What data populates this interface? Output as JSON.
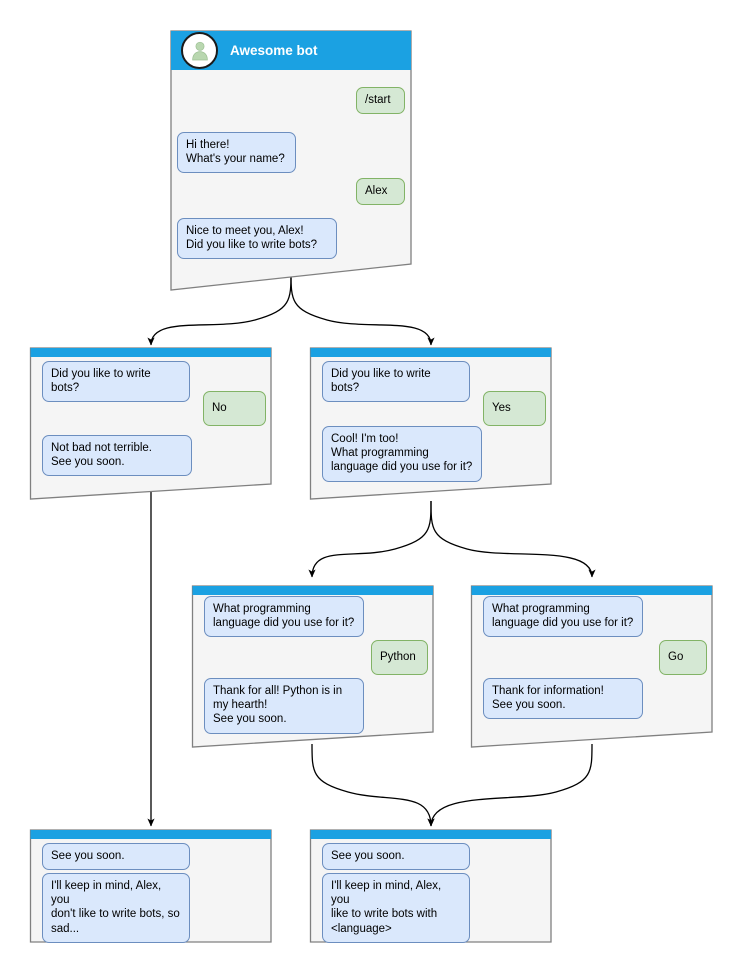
{
  "diagram": {
    "title": "Bot conversation flow",
    "colors": {
      "header_blue": "#1ba1e2",
      "card_body": "#f5f5f5",
      "card_border": "#808080",
      "bot_bubble_fill": "#dae8fc",
      "bot_bubble_stroke": "#6c8ebf",
      "user_bubble_fill": "#d5e8d4",
      "user_bubble_stroke": "#82b366",
      "avatar_person": "#b9d7b0",
      "edge": "#000000",
      "background": "#ffffff"
    },
    "icons": {
      "avatar": "person-icon"
    }
  },
  "cards": {
    "root": {
      "id": "card-root",
      "header_title": "Awesome bot",
      "messages": [
        {
          "side": "user",
          "text": "/start"
        },
        {
          "side": "bot",
          "text": "Hi there!\nWhat's your name?"
        },
        {
          "side": "user",
          "text": "Alex"
        },
        {
          "side": "bot",
          "text": "Nice to meet you, Alex!\nDid you like to write bots?"
        }
      ]
    },
    "no_branch": {
      "id": "card-no-branch",
      "messages": [
        {
          "side": "bot",
          "text": "Did you like to write bots?"
        },
        {
          "side": "user",
          "text": "No"
        },
        {
          "side": "bot",
          "text": "Not bad not terrible.\nSee you soon."
        }
      ]
    },
    "yes_branch": {
      "id": "card-yes-branch",
      "messages": [
        {
          "side": "bot",
          "text": "Did you like to write bots?"
        },
        {
          "side": "user",
          "text": "Yes"
        },
        {
          "side": "bot",
          "text": "Cool! I'm too!\nWhat programming\nlanguage did you use for it?"
        }
      ]
    },
    "python_branch": {
      "id": "card-python-branch",
      "messages": [
        {
          "side": "bot",
          "text": "What programming\nlanguage did you use for it?"
        },
        {
          "side": "user",
          "text": "Python"
        },
        {
          "side": "bot",
          "text": "Thank for all! Python is in\nmy hearth!\nSee you soon."
        }
      ]
    },
    "go_branch": {
      "id": "card-go-branch",
      "messages": [
        {
          "side": "bot",
          "text": "What programming\nlanguage did you use for it?"
        },
        {
          "side": "user",
          "text": "Go"
        },
        {
          "side": "bot",
          "text": "Thank for information!\nSee you soon."
        }
      ]
    },
    "end_sad": {
      "id": "card-end-sad",
      "messages": [
        {
          "side": "bot",
          "text": "See you soon."
        },
        {
          "side": "bot",
          "text": "I'll keep in mind, Alex, you\ndon't like to write bots, so\nsad..."
        }
      ]
    },
    "end_happy": {
      "id": "card-end-happy",
      "messages": [
        {
          "side": "bot",
          "text": "See you soon."
        },
        {
          "side": "bot",
          "text": "I'll keep in mind, Alex, you\nlike to write bots with\n<language>"
        }
      ]
    }
  }
}
